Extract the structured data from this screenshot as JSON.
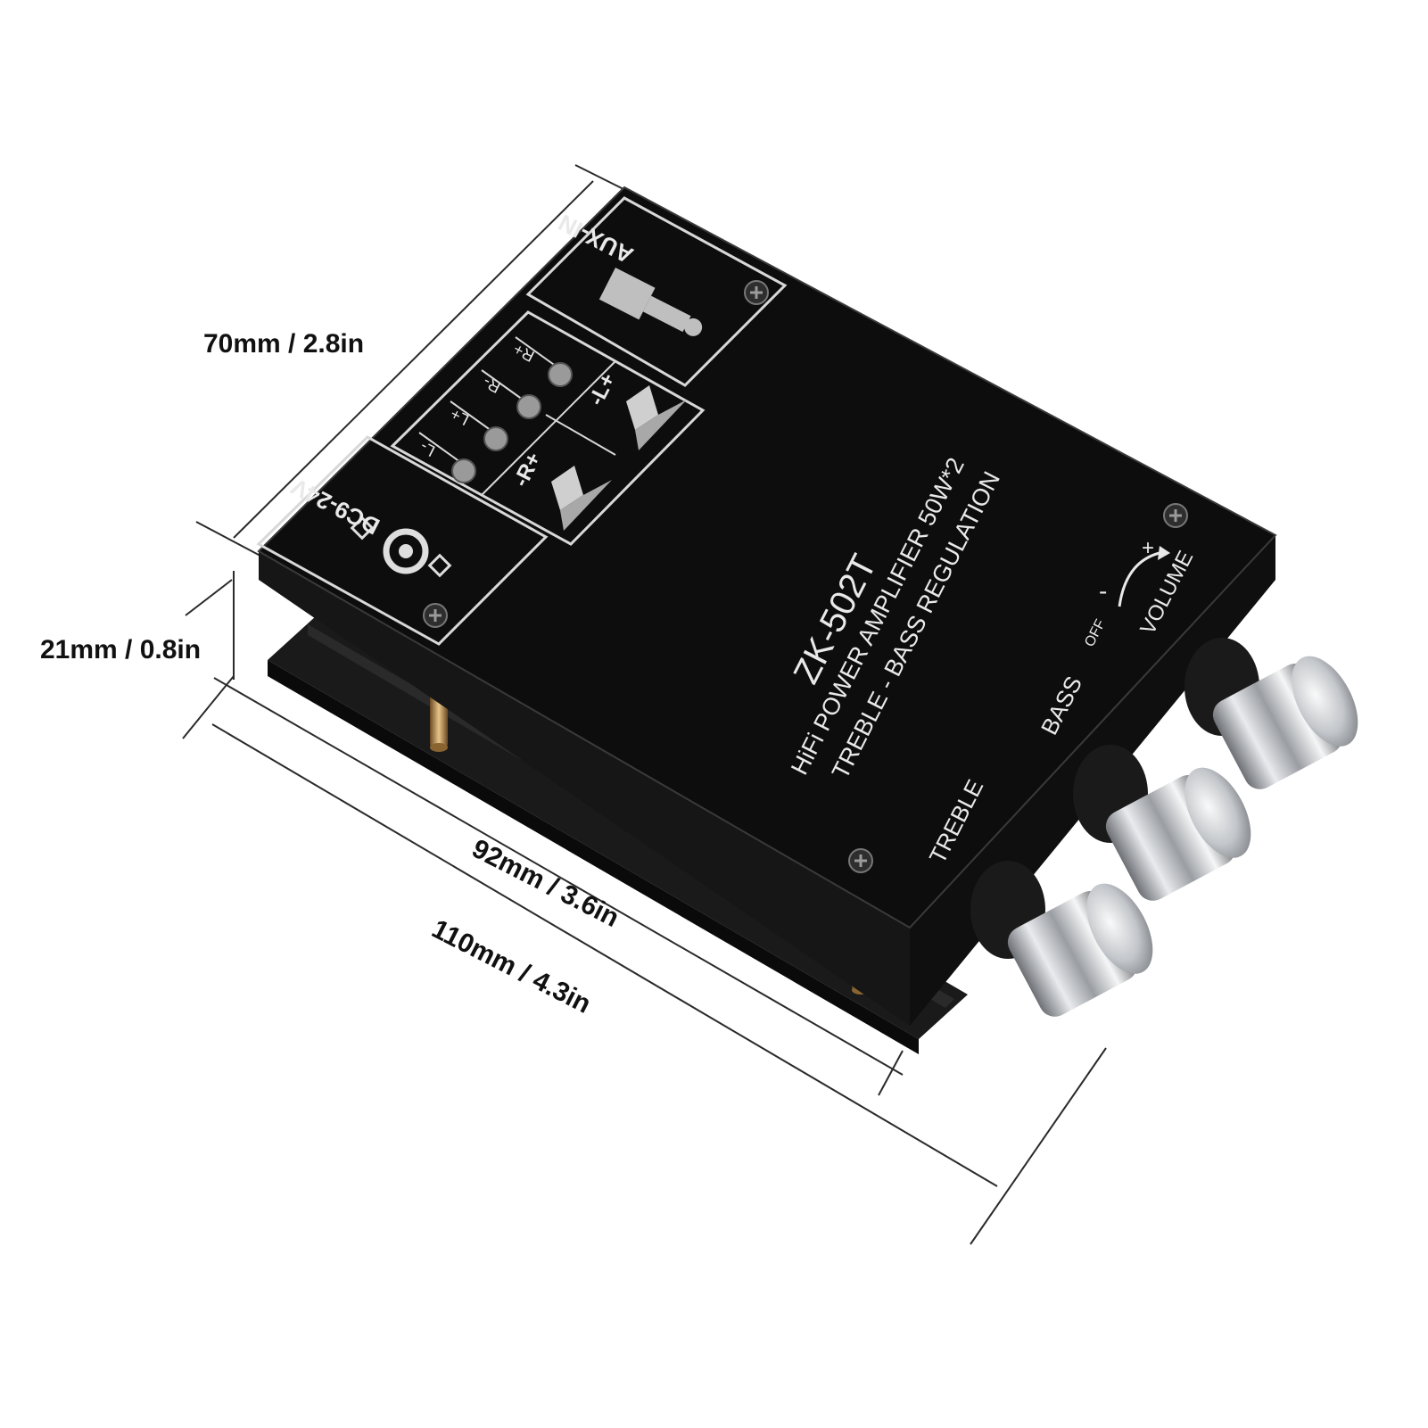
{
  "dimensions": {
    "width_inner": "70mm / 2.8in",
    "height": "21mm / 0.8in",
    "length_inner": "92mm / 3.6in",
    "length_outer": "110mm / 4.3in"
  },
  "board": {
    "model": "ZK-502T",
    "title": "HiFi POWER AMPLIFIER 50W*2",
    "subtitle": "TREBLE - BASS  REGULATION",
    "aux_label": "AUX-IN",
    "power_label": "DC9-24V",
    "terminals": [
      "L-",
      "L+",
      "R-",
      "R+"
    ],
    "speaker_left": "-L+",
    "speaker_right": "-R+",
    "knob_labels": {
      "treble": "TREBLE",
      "bass": "BASS",
      "volume": "VOLUME",
      "off": "OFF",
      "minus": "-",
      "plus": "+"
    }
  },
  "colors": {
    "board": "#0d0d0d",
    "silkscreen": "#e9e9e9",
    "knob": "#c9ccd0",
    "background": "#ffffff"
  }
}
